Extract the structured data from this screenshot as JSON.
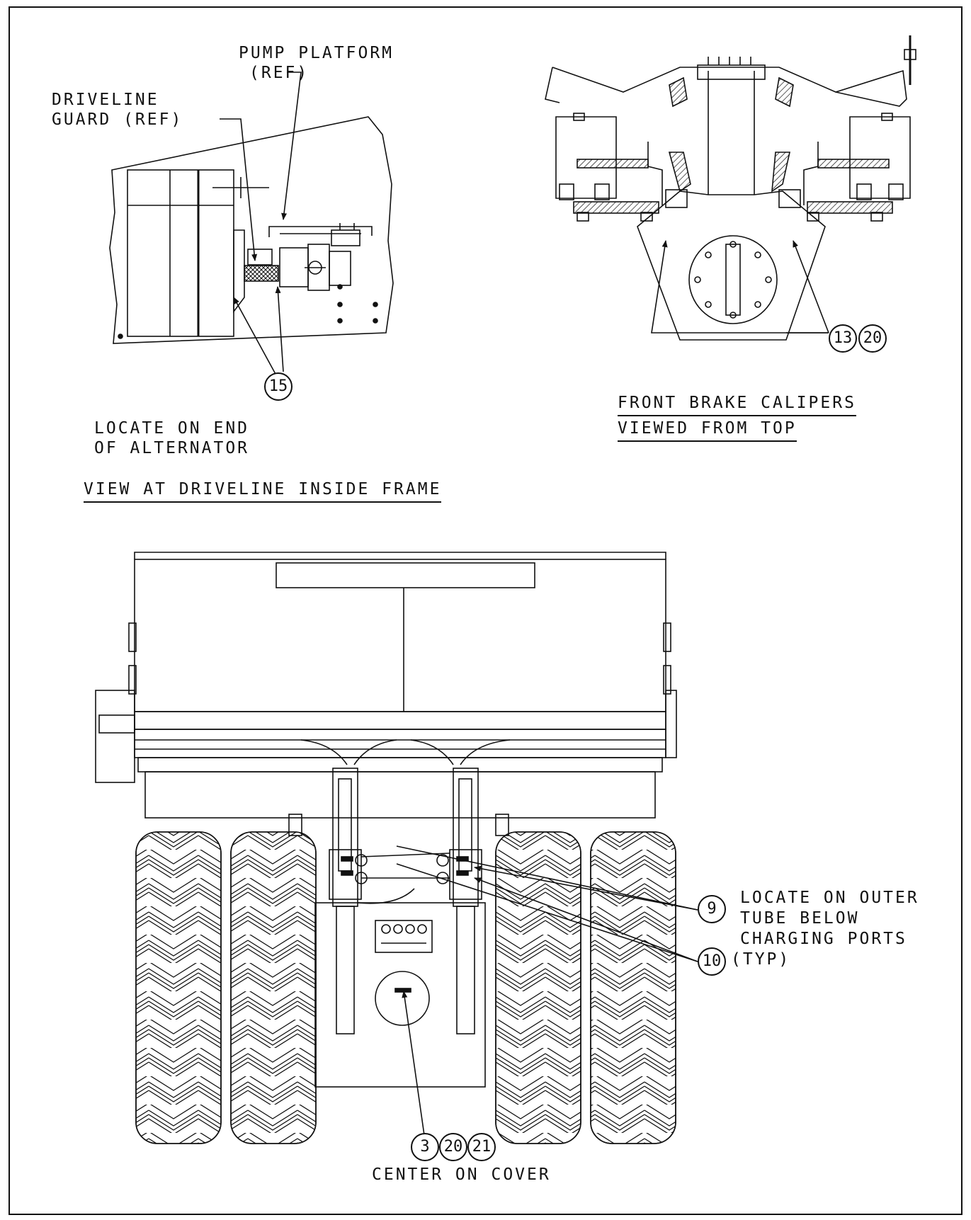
{
  "views": {
    "driveline": {
      "title": "VIEW AT DRIVELINE INSIDE FRAME",
      "pump_label": [
        "PUMP PLATFORM",
        "(REF)"
      ],
      "guard_label": [
        "DRIVELINE",
        "GUARD (REF)"
      ],
      "locate_note": [
        "LOCATE ON END",
        "OF ALTERNATOR"
      ],
      "callout": "15"
    },
    "brakes": {
      "title_lines": [
        "FRONT BRAKE CALIPERS",
        "VIEWED FROM TOP"
      ],
      "callouts": [
        "13",
        "20"
      ]
    },
    "rear": {
      "note_tube": [
        "LOCATE ON OUTER",
        "TUBE BELOW",
        "CHARGING PORTS",
        "(TYP)"
      ],
      "callout_9": "9",
      "callout_10": "10",
      "cover_callouts": [
        "3",
        "20",
        "21"
      ],
      "cover_note": "CENTER ON COVER"
    }
  }
}
